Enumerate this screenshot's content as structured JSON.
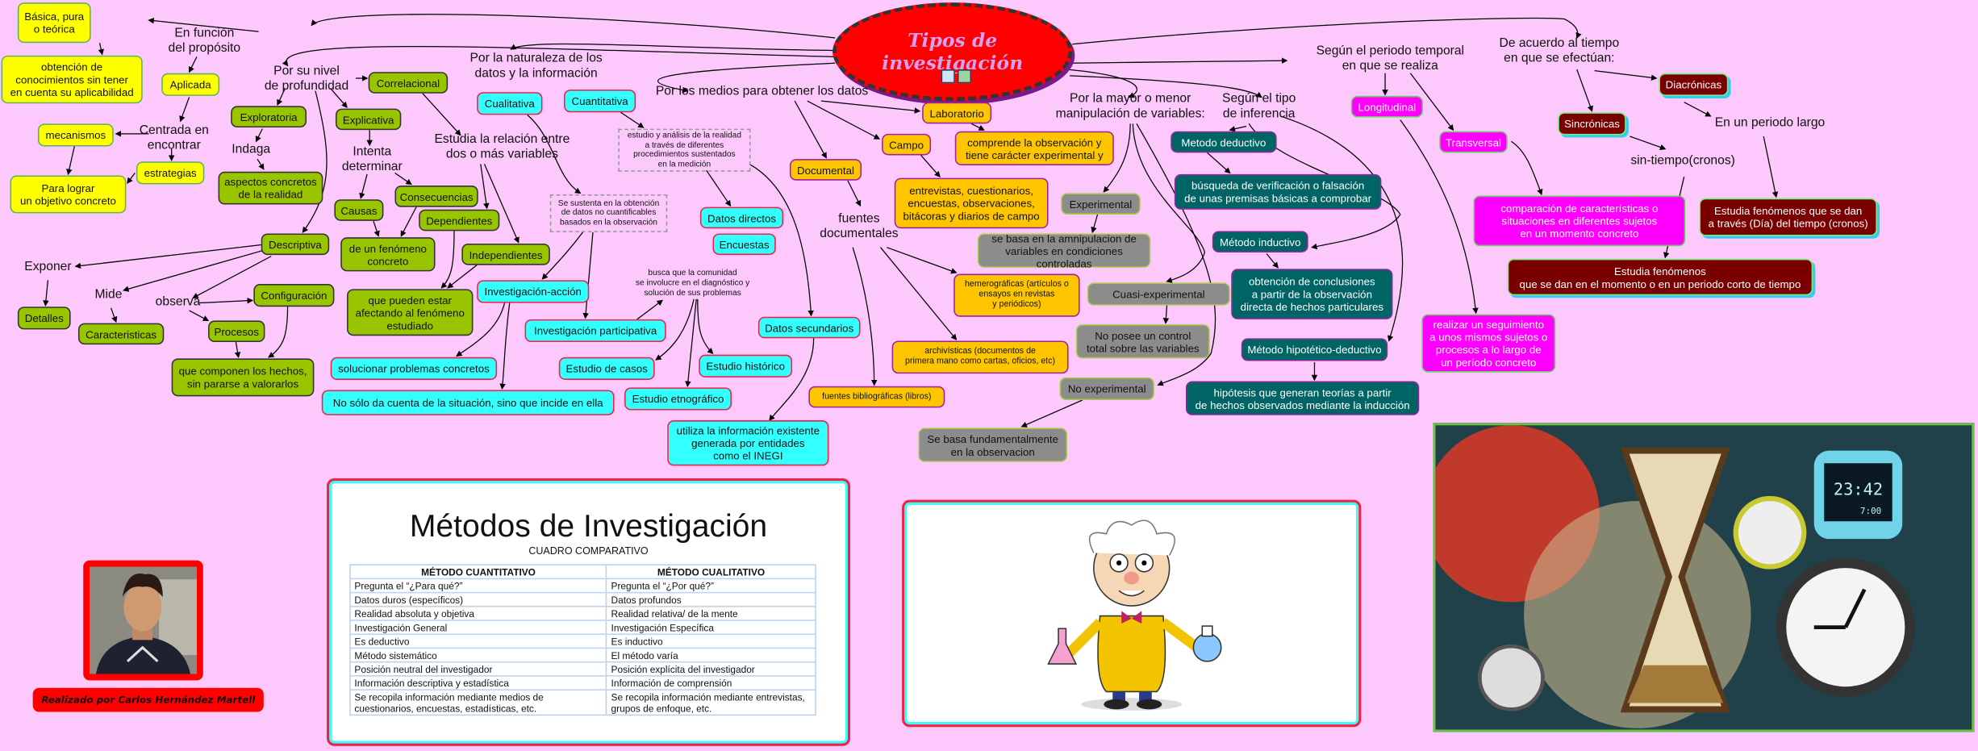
{
  "central": {
    "title": "Tipos de investigación",
    "icons": [
      "image-icon",
      "video-icon"
    ]
  },
  "labels": {
    "en_funcion": "En función\ndel propósito",
    "centrada": "Centrada en\nencontrar",
    "por_nivel": "Por su nivel\nde profundidad",
    "indaga": "Indaga",
    "intenta": "Intenta\ndeterminar",
    "estudia_relacion": "Estudia la relación entre\ndos o más variables",
    "exponer": "Exponer",
    "mide": "Mide",
    "observa": "observa",
    "naturaleza": "Por la naturaleza de los\ndatos y la información",
    "medios": "Por los medios para obtener los datos",
    "fuentes_doc": "fuentes\ndocumentales",
    "manipulacion": "Por la mayor o menor\nmanipulación de variables:",
    "inferencia": "Según el tipo\nde inferencia",
    "periodo": "Según el periodo temporal\nen que se realiza",
    "tiempo": "De acuerdo al tiempo\nen que se efectúan:",
    "periodo_largo": "En un periodo largo",
    "sin_tiempo": "sin-tiempo(cronos)",
    "estudio_analisis": "estudio y análisis de la realidad\na través de diferentes\nprocedimientos sustentados\nen la medición",
    "se_sustenta": "Se sustenta en la obtención\nde datos no cuantificables\nbasados en la observación",
    "busca": "busca que la comunidad\nse involucre en el diagnóstico y\nsolución de sus problemas"
  },
  "proposito": {
    "basica": "Básica, pura\no teórica",
    "obtencion": "obtención de\nconocimientos sin tener\nen cuenta su aplicabilidad",
    "aplicada": "Aplicada",
    "mecanismos": "mecanismos",
    "estrategias": "estrategias",
    "lograr": "Para lograr\nun objetivo concreto"
  },
  "profundidad": {
    "correlacional": "Correlacional",
    "exploratoria": "Exploratoria",
    "explicativa": "Explicativa",
    "aspectos": "aspectos concretos\nde la realidad",
    "consecuencias": "Consecuencias",
    "causas": "Causas",
    "dependientes": "Dependientes",
    "fenomeno": "de un fenómeno\nconcreto",
    "independientes": "Independientes",
    "descriptiva": "Descriptiva",
    "afectando": "que pueden estar\nafectando al fenómeno\nestudiado",
    "configuracion": "Configuración",
    "detalles": "Detalles",
    "caracteristicas": "Caracteristicas",
    "procesos": "Procesos",
    "componen": "que componen los hechos,\nsin pararse a valorarlos"
  },
  "naturaleza": {
    "cualitativa": "Cualitativa",
    "cuantitativa": "Cuantitativa",
    "inv_accion": "Investigación-acción",
    "inv_participativa": "Investigación participativa",
    "solucionar": "solucionar problemas concretos",
    "no_solo": "No sólo da cuenta de la situación, sino que incide en ella",
    "casos": "Estudio de casos",
    "historico": "Estudio histórico",
    "etnografico": "Estudio etnográfico",
    "datos_directos": "Datos directos",
    "encuestas": "Encuestas",
    "datos_secundarios": "Datos secundarios",
    "inegi": "utiliza la información existente\ngenerada por entidades\ncomo el INEGI"
  },
  "medios": {
    "laboratorio": "Laboratorio",
    "comprende": "comprende la observación y\ntiene carácter experimental y",
    "campo": "Campo",
    "documental": "Documental",
    "entrevistas": "entrevistas, cuestionarios,\nencuestas, observaciones,\nbitácoras y diarios de campo",
    "hemerograficas": "hemerográficas (artículos o\nensayos en revistas\ny periódicos)",
    "archivisticas": "archivísticas (documentos de\nprimera mano como cartas, oficios, etc)",
    "bibliograficas": "fuentes bibliográficas (libros)"
  },
  "manipulacion": {
    "experimental": "Experimental",
    "se_basa": "se basa en la amnipulacion de\nvariables en condiciones controladas",
    "cuasi": "Cuasi-experimental",
    "no_posee": "No posee un control\ntotal sobre las variables",
    "no_experimental": "No experimental",
    "observacion": "Se basa fundamentalmente\nen la observacion"
  },
  "inferencia": {
    "deductivo": "Metodo deductivo",
    "busqueda": "búsqueda de verificación o falsación\nde unas premisas básicas a comprobar",
    "inductivo": "Método inductivo",
    "conclusiones": "obtención de conclusiones\na partir de la observación\ndirecta de hechos particulares",
    "hipotetico": "Método hipotético-deductivo",
    "hipotesis": "hipótesis que generan teorías a partir\nde hechos observados mediante la inducción"
  },
  "periodo": {
    "longitudinal": "Longitudinal",
    "transversal": "Transversal",
    "comparacion": "comparación de características o\nsituaciones en diferentes sujetos\nen un momento concreto",
    "seguimiento": "realizar un seguimiento\na unos mismos sujetos o\nprocesos a lo largo de\nun período concreto"
  },
  "tiempo": {
    "diacronicas": "Diacrónicas",
    "sincronicas": "Sincrónicas",
    "a_traves": "Estudia fenómenos que se dan\na través (Día) del tiempo (cronos)",
    "momento": "Estudia fenómenos\nque se dan en el momento o en un periodo corto de tiempo"
  },
  "credit": "Realizado por Carlos Hernández Martell",
  "table": {
    "title": "Métodos de Investigación",
    "subtitle": "CUADRO COMPARATIVO",
    "headers": [
      "MÉTODO CUANTITATIVO",
      "MÉTODO CUALITATIVO"
    ],
    "rows": [
      [
        "Pregunta el “¿Para qué?”",
        "Pregunta el “¿Por qué?”"
      ],
      [
        "Datos duros (específicos)",
        "Datos profundos"
      ],
      [
        "Realidad absoluta y objetiva",
        "Realidad relativa/ de la mente"
      ],
      [
        "Investigación General",
        "Investigación Específica"
      ],
      [
        "Es deductivo",
        "Es inductivo"
      ],
      [
        "Método sistemático",
        "El método varía"
      ],
      [
        "Posición neutral del investigador",
        "Posición explícita del investigador"
      ],
      [
        "Información descriptiva y estadística",
        "Información de comprensión"
      ],
      [
        "Se recopila información mediante medios de cuestionarios, encuestas, estadísticas, etc.",
        "Se recopila información mediante entrevistas, grupos de enfoque, etc."
      ]
    ]
  },
  "clock_image": {
    "digital_time": "23:42",
    "digital_alarm": "7:00"
  },
  "colors": {
    "background": "#fdc8fb",
    "central": "#ff0000",
    "yellow": "#ffff00",
    "green": "#99c400",
    "cyan": "#33ffff",
    "orange": "#ffc600",
    "grey": "#8c8c8c",
    "teal": "#006464",
    "magenta": "#ff00ff",
    "maroon": "#7a0000"
  }
}
